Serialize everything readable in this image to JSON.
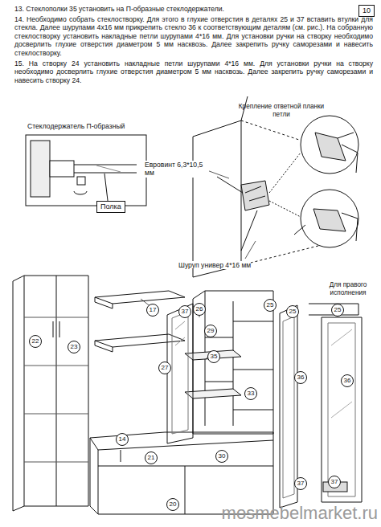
{
  "diagram": {
    "nodes": [
      {
        "text": [
          "10"
        ]
      },
      {
        "text": [
          "Полка"
        ]
      }
    ],
    "labels": [
      "13. Стеклополки 35 установить на П-образные стеклодержатели.",
      "14. Необходимо  собрать стеклостворку. Для этого в глухие отверстия в деталях 25 и 37 вставить втулки для стекла. Далее шурупами 4х16 мм прикрепить стекло 36 к соответствующим деталям (см. рис.). На собранную стеклостворку установить накладные петли шурупами 4*16 мм. Для установки ручки на створку необходимо досверлить глухие отверстия диаметром 5 мм насквозь. Далее закрепить ручку саморезами и навесить стеклостворку.",
      "15. На створку 24  установить накладные петли шурупами 4*16 мм. Для установки ручки на створку необходимо досверлить глухие отверстия диаметром 5 мм насквозь. Далее закрепить ручку саморезами и навесить створку 24.",
      "Стеклодержатель П-образный",
      "Крепление ответной планки петли",
      "Евровинт 6,3*10,5 мм",
      "Шуруп универ 4*16 мм",
      "Для правого исполнения",
      "mosmebelmarket.ru",
      "22",
      "23",
      "17",
      "37",
      "26",
      "25",
      "27",
      "29",
      "35",
      "33",
      "14",
      "21",
      "30",
      "20",
      "25",
      "36",
      "37",
      "25",
      "36",
      "37"
    ]
  }
}
